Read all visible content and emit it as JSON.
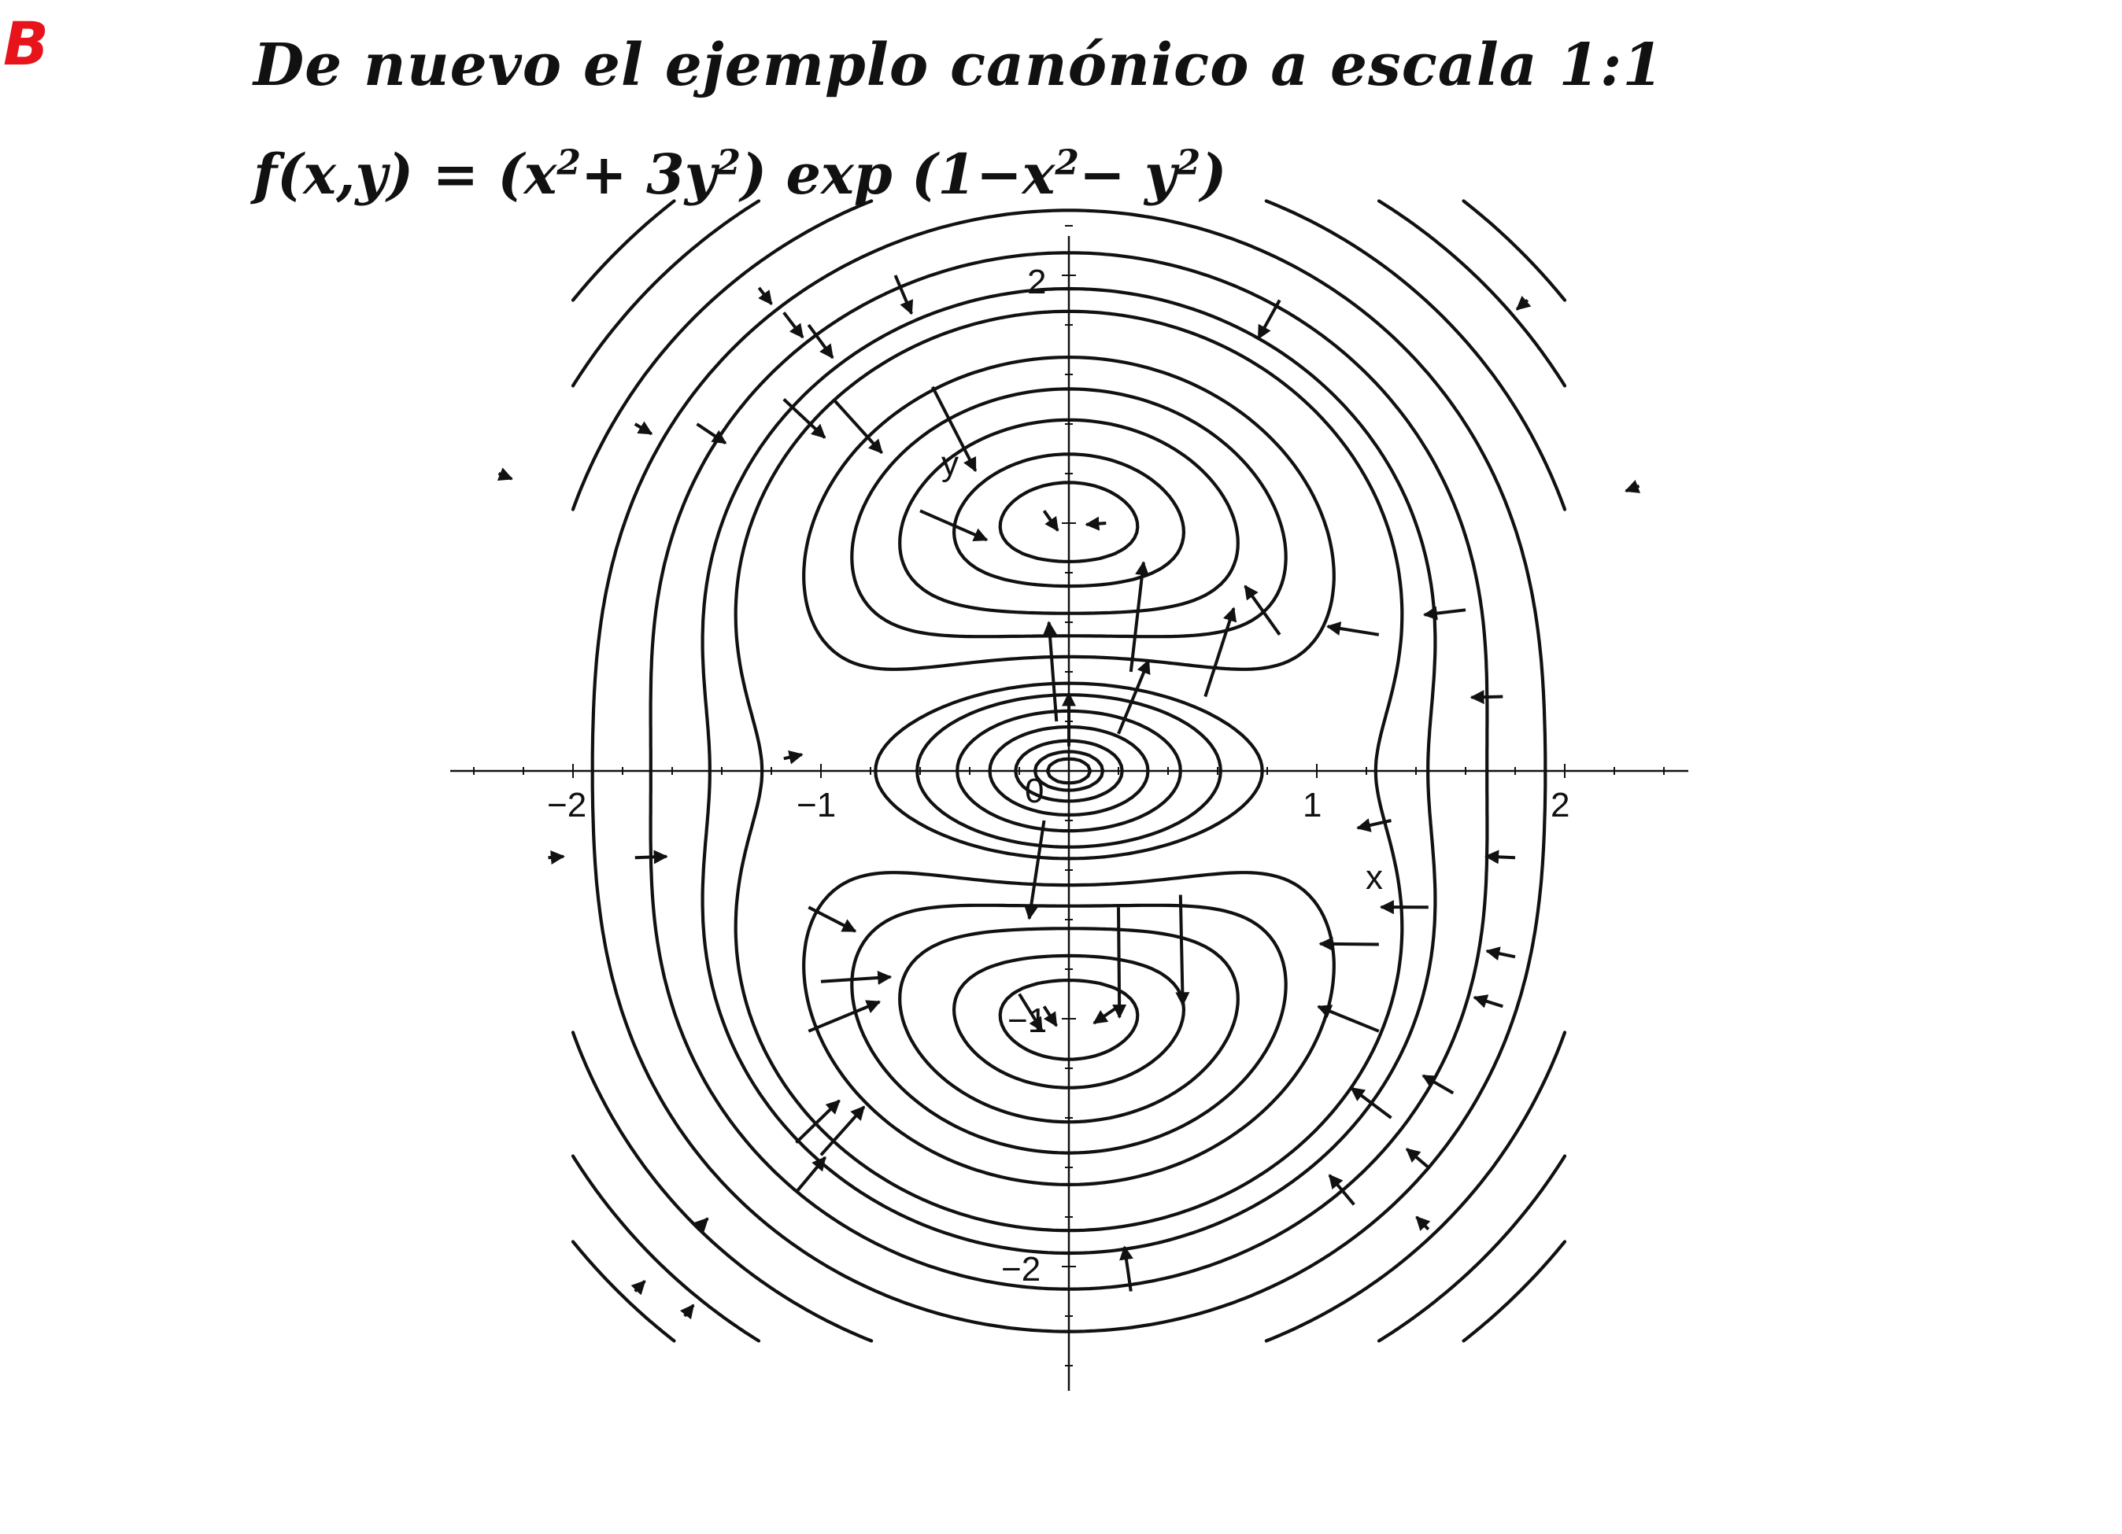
{
  "panel_letter": "B",
  "title": "De nuevo el ejemplo canónico a escala 1:1",
  "formula": {
    "lhs": "f(x,y) = (x",
    "e1": "2",
    "mid1": "+ 3y",
    "e2": "2",
    "mid2": ") exp (1−x",
    "e3": "2",
    "mid3": "− y",
    "e4": "2",
    "end": ")"
  },
  "colors": {
    "letter": "#e8141c",
    "ink": "#111111"
  },
  "chart_data": {
    "type": "contour",
    "function": "f(x,y) = (x^2 + 3y^2) exp(1 - x^2 - y^2)",
    "xlim": [
      -2.5,
      2.5
    ],
    "ylim": [
      -2.4,
      2.4
    ],
    "grid": false,
    "x_tick_labels": [
      "−2",
      "−1",
      "0",
      "1",
      "2"
    ],
    "y_tick_labels": [
      "2",
      "−1",
      "−2"
    ],
    "x_axis_name": "x",
    "y_axis_name": "y",
    "contour_levels": [
      0.02,
      0.05,
      0.12,
      0.25,
      0.45,
      0.7,
      0.9,
      1.4,
      1.8,
      2.2,
      2.6,
      2.85
    ],
    "gradient_field": {
      "description": "short arrows showing the gradient direction at scattered points",
      "points": [
        [
          -1.25,
          1.95
        ],
        [
          -1.15,
          1.85
        ],
        [
          -1.05,
          1.8
        ],
        [
          -0.7,
          2.0
        ],
        [
          -1.15,
          1.5
        ],
        [
          -0.95,
          1.5
        ],
        [
          -0.55,
          1.55
        ],
        [
          -1.75,
          1.4
        ],
        [
          -1.5,
          1.4
        ],
        [
          -2.3,
          1.2
        ],
        [
          0.85,
          1.9
        ],
        [
          1.85,
          1.9
        ],
        [
          2.3,
          1.15
        ],
        [
          -0.6,
          1.05
        ],
        [
          -0.1,
          1.05
        ],
        [
          0.15,
          1.0
        ],
        [
          0.25,
          0.4
        ],
        [
          0.55,
          0.3
        ],
        [
          0.85,
          0.55
        ],
        [
          1.25,
          0.55
        ],
        [
          1.6,
          0.65
        ],
        [
          1.75,
          0.3
        ],
        [
          0.2,
          0.15
        ],
        [
          -0.05,
          0.2
        ],
        [
          -1.15,
          0.05
        ],
        [
          1.3,
          -0.2
        ],
        [
          1.45,
          -0.55
        ],
        [
          1.25,
          -0.7
        ],
        [
          -2.1,
          -0.35
        ],
        [
          -1.75,
          -0.35
        ],
        [
          -1.05,
          -0.55
        ],
        [
          -1.0,
          -0.85
        ],
        [
          -1.05,
          -1.05
        ],
        [
          -1.1,
          -1.5
        ],
        [
          -1.0,
          -1.55
        ],
        [
          -1.1,
          -1.7
        ],
        [
          -0.1,
          -0.2
        ],
        [
          0.2,
          -0.55
        ],
        [
          0.45,
          -0.5
        ],
        [
          1.25,
          -1.05
        ],
        [
          1.3,
          -1.4
        ],
        [
          1.15,
          -1.75
        ],
        [
          1.8,
          -0.35
        ],
        [
          1.8,
          -0.75
        ],
        [
          1.75,
          -0.95
        ],
        [
          1.55,
          -1.3
        ],
        [
          1.45,
          -1.6
        ],
        [
          1.45,
          -1.85
        ],
        [
          -1.5,
          -1.85
        ],
        [
          -1.75,
          -2.1
        ],
        [
          -1.55,
          -2.2
        ],
        [
          0.25,
          -2.1
        ],
        [
          -0.2,
          -0.9
        ],
        [
          0.2,
          -0.95
        ],
        [
          -0.1,
          -0.95
        ],
        [
          0.0,
          0.1
        ]
      ]
    }
  }
}
